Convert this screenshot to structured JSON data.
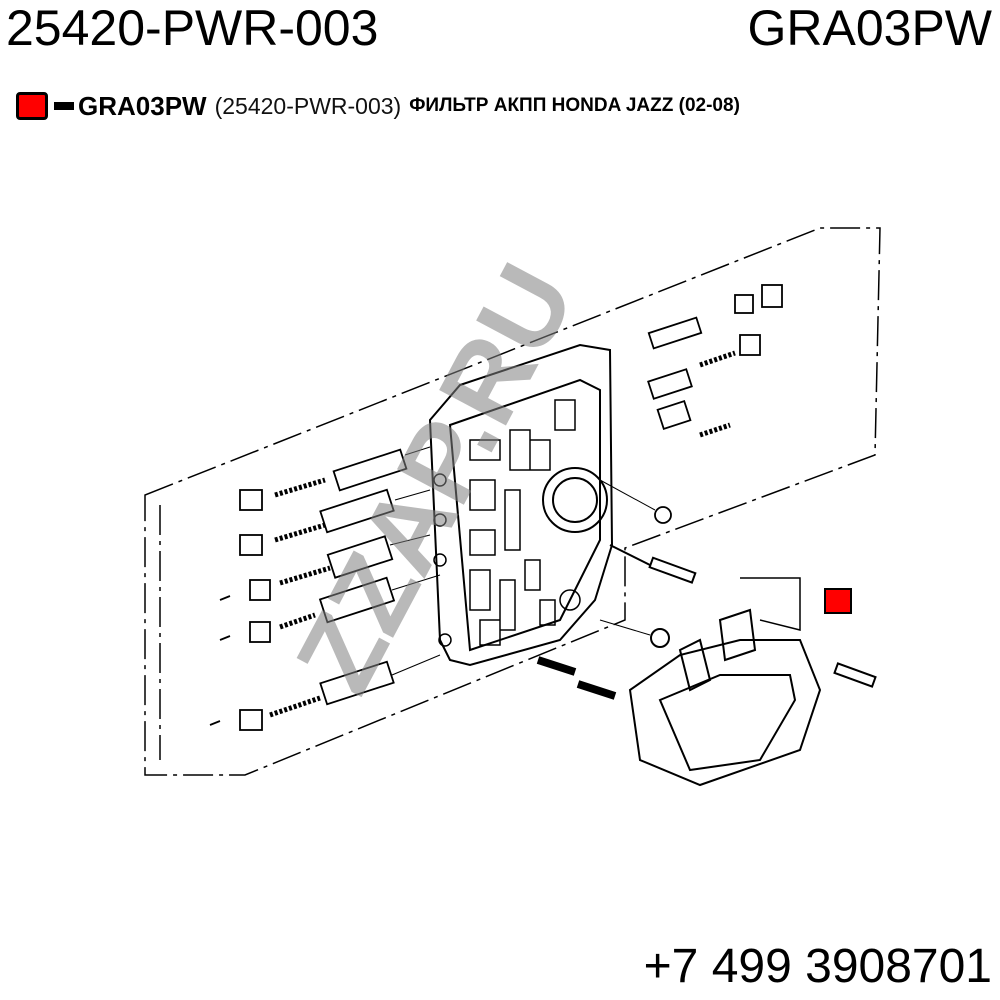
{
  "header": {
    "part_number": "25420-PWR-003",
    "brand_code": "GRA03PW"
  },
  "legend": {
    "code": "GRA03PW",
    "oem": "(25420-PWR-003)",
    "description": "ФИЛЬТР АКПП HONDA JAZZ (02-08)",
    "marker_color": "#ff0000"
  },
  "diagram": {
    "watermark": "ZZAP.RU",
    "callout_color": "#ff0000"
  },
  "footer": {
    "phone": "+7 499 3908701"
  }
}
